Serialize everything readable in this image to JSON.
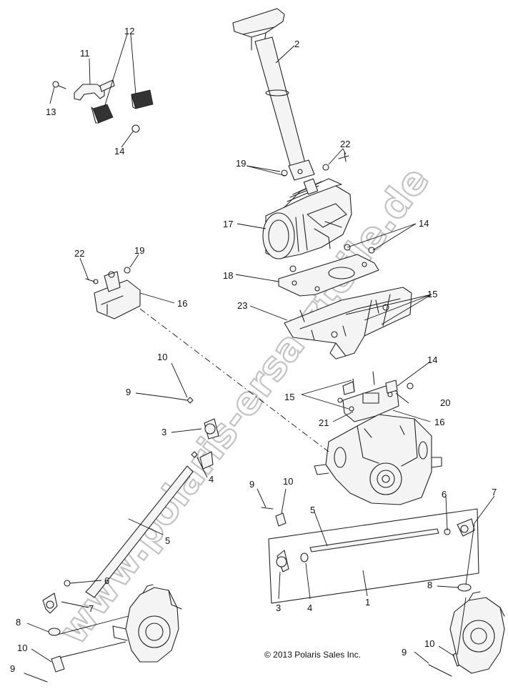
{
  "callouts": {
    "c1": "1",
    "c2": "2",
    "c3a": "3",
    "c3b": "3",
    "c4a": "4",
    "c4b": "4",
    "c5a": "5",
    "c5b": "5",
    "c6a": "6",
    "c6b": "6",
    "c7a": "7",
    "c7b": "7",
    "c8a": "8",
    "c8b": "8",
    "c9a": "9",
    "c9b": "9",
    "c9c": "9",
    "c9d": "9",
    "c10a": "10",
    "c10b": "10",
    "c10c": "10",
    "c10d": "10",
    "c11": "11",
    "c12": "12",
    "c13": "13",
    "c14a": "14",
    "c14b": "14",
    "c14c": "14",
    "c15a": "15",
    "c15b": "15",
    "c16a": "16",
    "c16b": "16",
    "c17": "17",
    "c18": "18",
    "c19a": "19",
    "c19b": "19",
    "c20": "20",
    "c21": "21",
    "c22a": "22",
    "c22b": "22",
    "c23": "23"
  },
  "copyright": "© 2013 Polaris Sales Inc.",
  "watermark": "www.polaris-ersatzteile.de",
  "colors": {
    "line": "#222222",
    "watermark": "#b8b8b8",
    "background": "#ffffff"
  }
}
